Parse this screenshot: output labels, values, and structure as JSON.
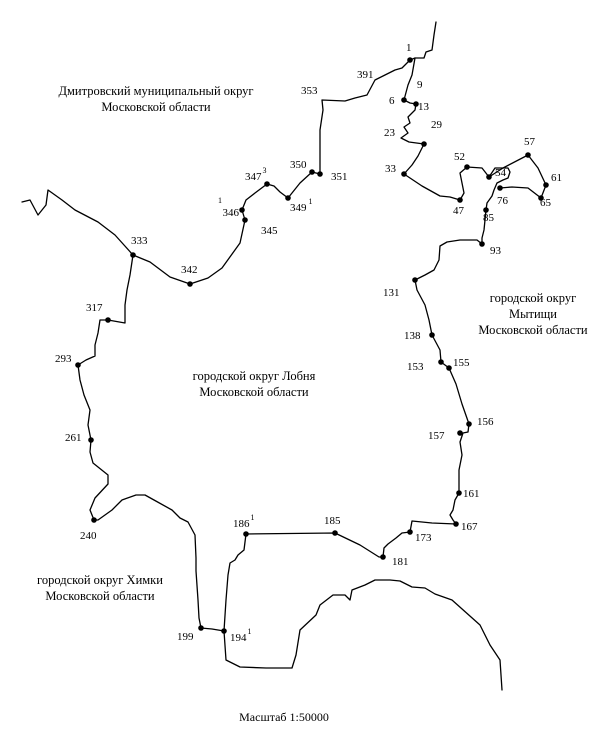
{
  "regions": {
    "dmitrov": [
      "Дмитровский муниципальный округ",
      "Московской области"
    ],
    "lobnya": [
      "городской округ Лобня",
      "Московской области"
    ],
    "mytishchi": [
      "городской округ",
      "Мытищи",
      "Московской области"
    ],
    "khimki": [
      "городской округ Химки",
      "Московской области"
    ]
  },
  "scale_text": "Масштаб 1:50000",
  "points": [
    {
      "id": "p1",
      "label": "1"
    },
    {
      "id": "p391",
      "label": "391"
    },
    {
      "id": "p9",
      "label": "9"
    },
    {
      "id": "p6",
      "label": "6"
    },
    {
      "id": "p13",
      "label": "13"
    },
    {
      "id": "p29",
      "label": "29"
    },
    {
      "id": "p23",
      "label": "23"
    },
    {
      "id": "p33",
      "label": "33"
    },
    {
      "id": "p353",
      "label": "353"
    },
    {
      "id": "p350",
      "label": "350"
    },
    {
      "id": "p351",
      "label": "351"
    },
    {
      "id": "p347",
      "label": "347",
      "sup": "3"
    },
    {
      "id": "p349",
      "label": "349",
      "sup": "1"
    },
    {
      "id": "p346",
      "label": "346",
      "sup": "1"
    },
    {
      "id": "p345",
      "label": "345"
    },
    {
      "id": "p342",
      "label": "342"
    },
    {
      "id": "p333",
      "label": "333"
    },
    {
      "id": "p317",
      "label": "317"
    },
    {
      "id": "p293",
      "label": "293"
    },
    {
      "id": "p261",
      "label": "261"
    },
    {
      "id": "p240",
      "label": "240"
    },
    {
      "id": "p52",
      "label": "52"
    },
    {
      "id": "p57",
      "label": "57"
    },
    {
      "id": "p54",
      "label": "54"
    },
    {
      "id": "p61",
      "label": "61"
    },
    {
      "id": "p76",
      "label": "76"
    },
    {
      "id": "p65",
      "label": "65"
    },
    {
      "id": "p47",
      "label": "47"
    },
    {
      "id": "p85",
      "label": "85"
    },
    {
      "id": "p93",
      "label": "93"
    },
    {
      "id": "p131",
      "label": "131"
    },
    {
      "id": "p138",
      "label": "138"
    },
    {
      "id": "p153",
      "label": "153"
    },
    {
      "id": "p155",
      "label": "155"
    },
    {
      "id": "p157",
      "label": "157"
    },
    {
      "id": "p156",
      "label": "156"
    },
    {
      "id": "p161",
      "label": "161"
    },
    {
      "id": "p167",
      "label": "167"
    },
    {
      "id": "p173",
      "label": "173"
    },
    {
      "id": "p181",
      "label": "181"
    },
    {
      "id": "p185",
      "label": "185"
    },
    {
      "id": "p186",
      "label": "186",
      "sup": "1"
    },
    {
      "id": "p194",
      "label": "194",
      "sup": "1"
    },
    {
      "id": "p199",
      "label": "199"
    }
  ]
}
